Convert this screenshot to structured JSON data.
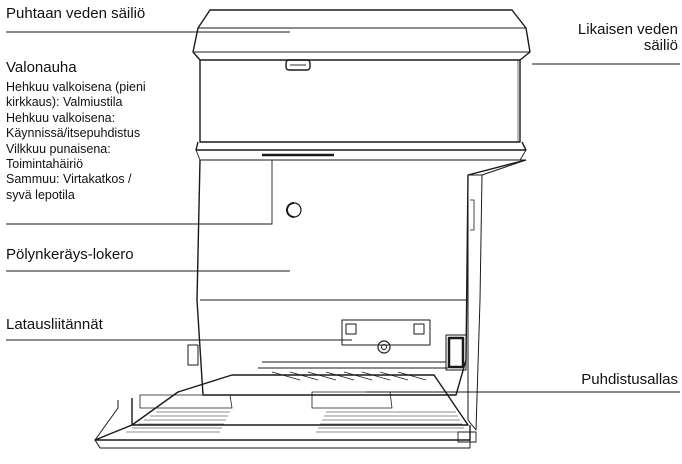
{
  "labels": {
    "clean_water_tank": "Puhtaan veden säiliö",
    "dirty_water_tank": [
      "Likaisen veden",
      "säiliö"
    ],
    "light_strip": {
      "title": "Valonauha",
      "lines": [
        "Hehkuu valkoisena (pieni",
        "kirkkaus): Valmiustila",
        "Hehkuu valkoisena:",
        "Käynnissä/itsepuhdistus",
        "Vilkkuu punaisena:",
        "Toimintahäiriö",
        "Sammuu: Virtakatkos /",
        "syvä lepotila"
      ]
    },
    "dust_bin": "Pölynkeräys-lokero",
    "charging_contacts": "Latausliitännät",
    "cleaning_tray": "Puhdistusallas"
  },
  "colors": {
    "line": "#1a1a1a",
    "background": "#ffffff"
  }
}
